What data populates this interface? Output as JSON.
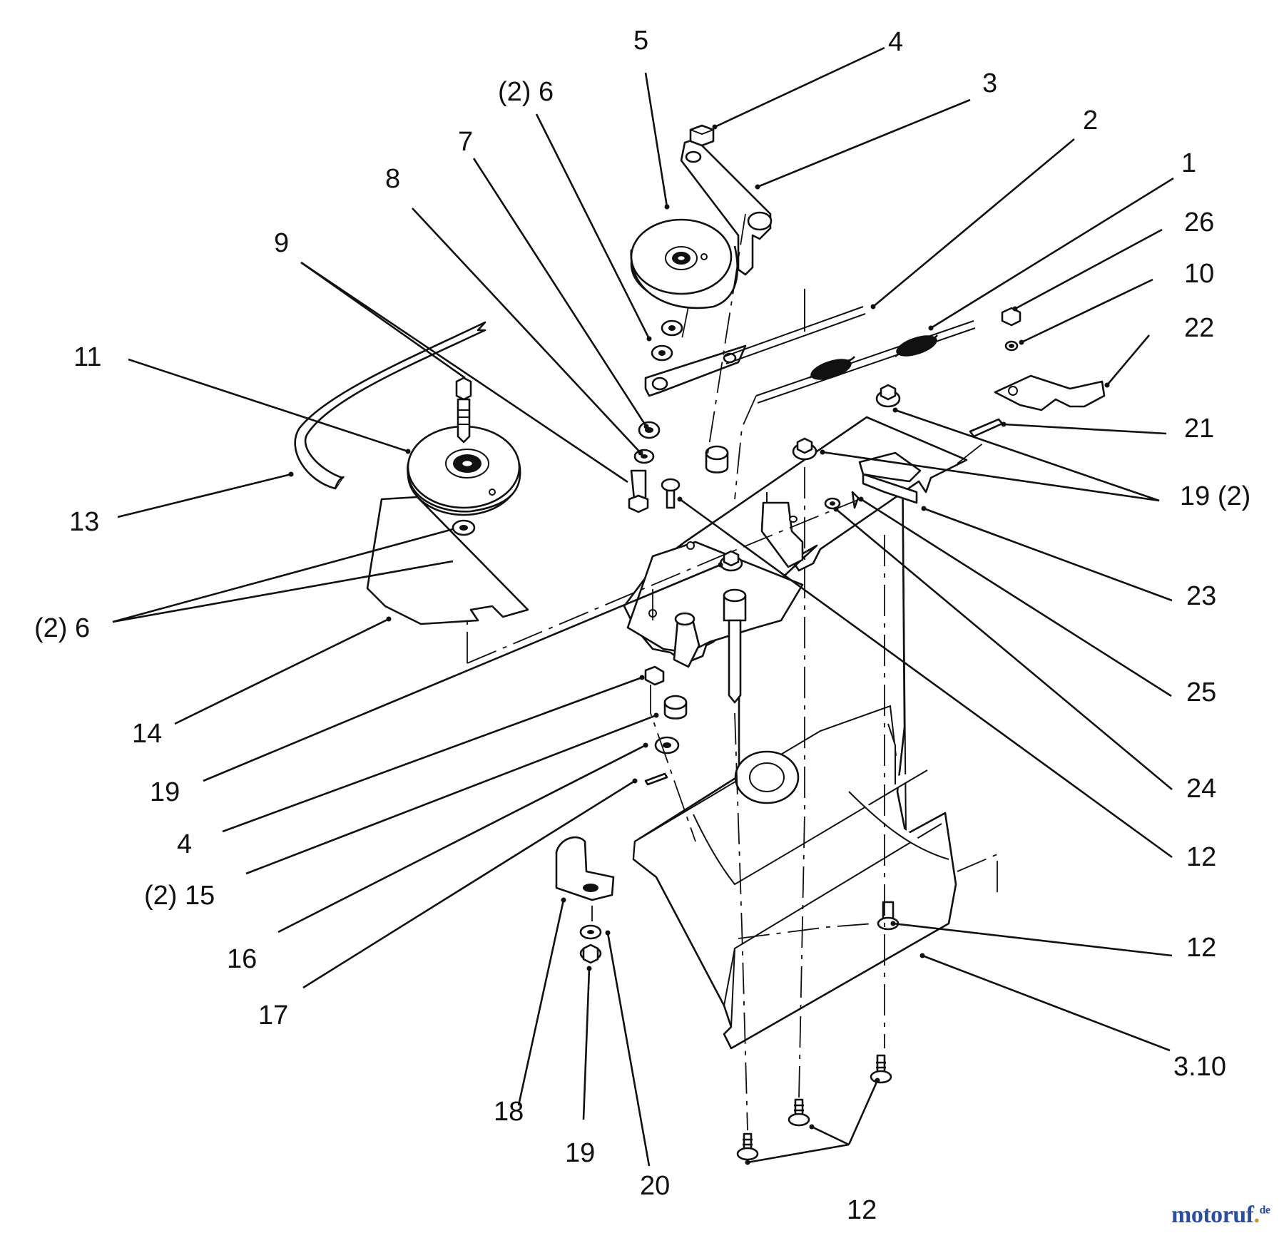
{
  "diagram": {
    "callouts": [
      {
        "id": "c-5",
        "text": "5"
      },
      {
        "id": "c-4-top",
        "text": "4"
      },
      {
        "id": "c-3",
        "text": "3"
      },
      {
        "id": "c-2-6-top",
        "text": "(2)  6"
      },
      {
        "id": "c-2",
        "text": "2"
      },
      {
        "id": "c-7",
        "text": "7"
      },
      {
        "id": "c-1",
        "text": "1"
      },
      {
        "id": "c-8",
        "text": "8"
      },
      {
        "id": "c-26",
        "text": "26"
      },
      {
        "id": "c-9",
        "text": "9"
      },
      {
        "id": "c-10",
        "text": "10"
      },
      {
        "id": "c-22",
        "text": "22"
      },
      {
        "id": "c-11",
        "text": "11"
      },
      {
        "id": "c-21",
        "text": "21"
      },
      {
        "id": "c-19-2",
        "text": "19  (2)"
      },
      {
        "id": "c-13",
        "text": "13"
      },
      {
        "id": "c-23",
        "text": "23"
      },
      {
        "id": "c-2-6-left",
        "text": "(2)  6"
      },
      {
        "id": "c-25",
        "text": "25"
      },
      {
        "id": "c-14",
        "text": "14"
      },
      {
        "id": "c-24",
        "text": "24"
      },
      {
        "id": "c-19-left",
        "text": "19"
      },
      {
        "id": "c-4-left",
        "text": "4"
      },
      {
        "id": "c-12-right-1",
        "text": "12"
      },
      {
        "id": "c-2-15",
        "text": "(2)  15"
      },
      {
        "id": "c-12-right-2",
        "text": "12"
      },
      {
        "id": "c-16",
        "text": "16"
      },
      {
        "id": "c-17",
        "text": "17"
      },
      {
        "id": "c-3-10",
        "text": "3.10"
      },
      {
        "id": "c-18",
        "text": "18"
      },
      {
        "id": "c-19-bottom",
        "text": "19"
      },
      {
        "id": "c-20",
        "text": "20"
      },
      {
        "id": "c-12-bottom",
        "text": "12"
      }
    ],
    "watermark": {
      "brand": "motoruf",
      "dot": ".",
      "tld": "de",
      "brand_color": "#2b4f9e",
      "accent_color": "#d98b1a"
    }
  }
}
